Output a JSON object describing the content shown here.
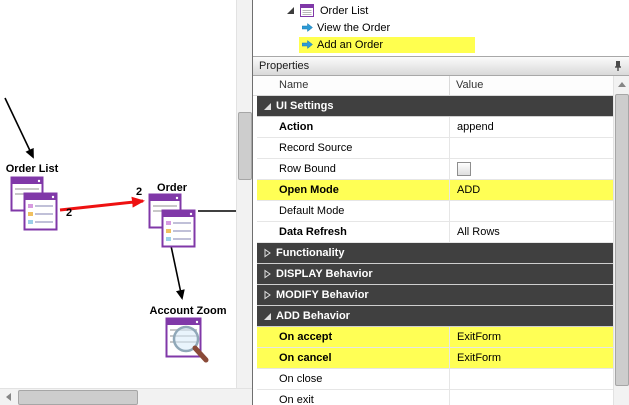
{
  "canvas": {
    "nodes": [
      {
        "label": "Order List"
      },
      {
        "label": "Order"
      },
      {
        "label": "Account Zoom"
      }
    ],
    "edge_labels": {
      "from": "2",
      "to": "2"
    }
  },
  "tree": {
    "root": {
      "label": "Order List"
    },
    "items": [
      {
        "label": "View the Order",
        "selected": false
      },
      {
        "label": "Add an Order",
        "selected": true
      }
    ]
  },
  "properties_panel": {
    "title": "Properties",
    "columns": {
      "name": "Name",
      "value": "Value"
    },
    "rows": [
      {
        "type": "category",
        "label": "UI Settings",
        "expanded": true
      },
      {
        "type": "property",
        "name": "Action",
        "value": "append",
        "bold": true
      },
      {
        "type": "property",
        "name": "Record Source",
        "value": ""
      },
      {
        "type": "property",
        "name": "Row Bound",
        "value": "",
        "checkbox": true
      },
      {
        "type": "property",
        "name": "Open Mode",
        "value": "ADD",
        "bold": true,
        "highlight": true
      },
      {
        "type": "property",
        "name": "Default Mode",
        "value": ""
      },
      {
        "type": "property",
        "name": "Data Refresh",
        "value": "All Rows",
        "bold": true
      },
      {
        "type": "category",
        "label": "Functionality",
        "expanded": false
      },
      {
        "type": "category",
        "label": "DISPLAY Behavior",
        "expanded": false
      },
      {
        "type": "category",
        "label": "MODIFY Behavior",
        "expanded": false
      },
      {
        "type": "category",
        "label": "ADD Behavior",
        "expanded": true
      },
      {
        "type": "property",
        "name": "On accept",
        "value": "ExitForm",
        "bold": true,
        "highlight": true
      },
      {
        "type": "property",
        "name": "On cancel",
        "value": "ExitForm",
        "bold": true,
        "highlight": true
      },
      {
        "type": "property",
        "name": "On close",
        "value": ""
      },
      {
        "type": "property",
        "name": "On exit",
        "value": ""
      }
    ]
  },
  "colors": {
    "highlight_yellow": "#ffff55",
    "category_bg": "#404040",
    "accent_purple": "#8038a8",
    "edge_red": "#ee1111",
    "tree_arrow_blue": "#2d9bd6"
  }
}
